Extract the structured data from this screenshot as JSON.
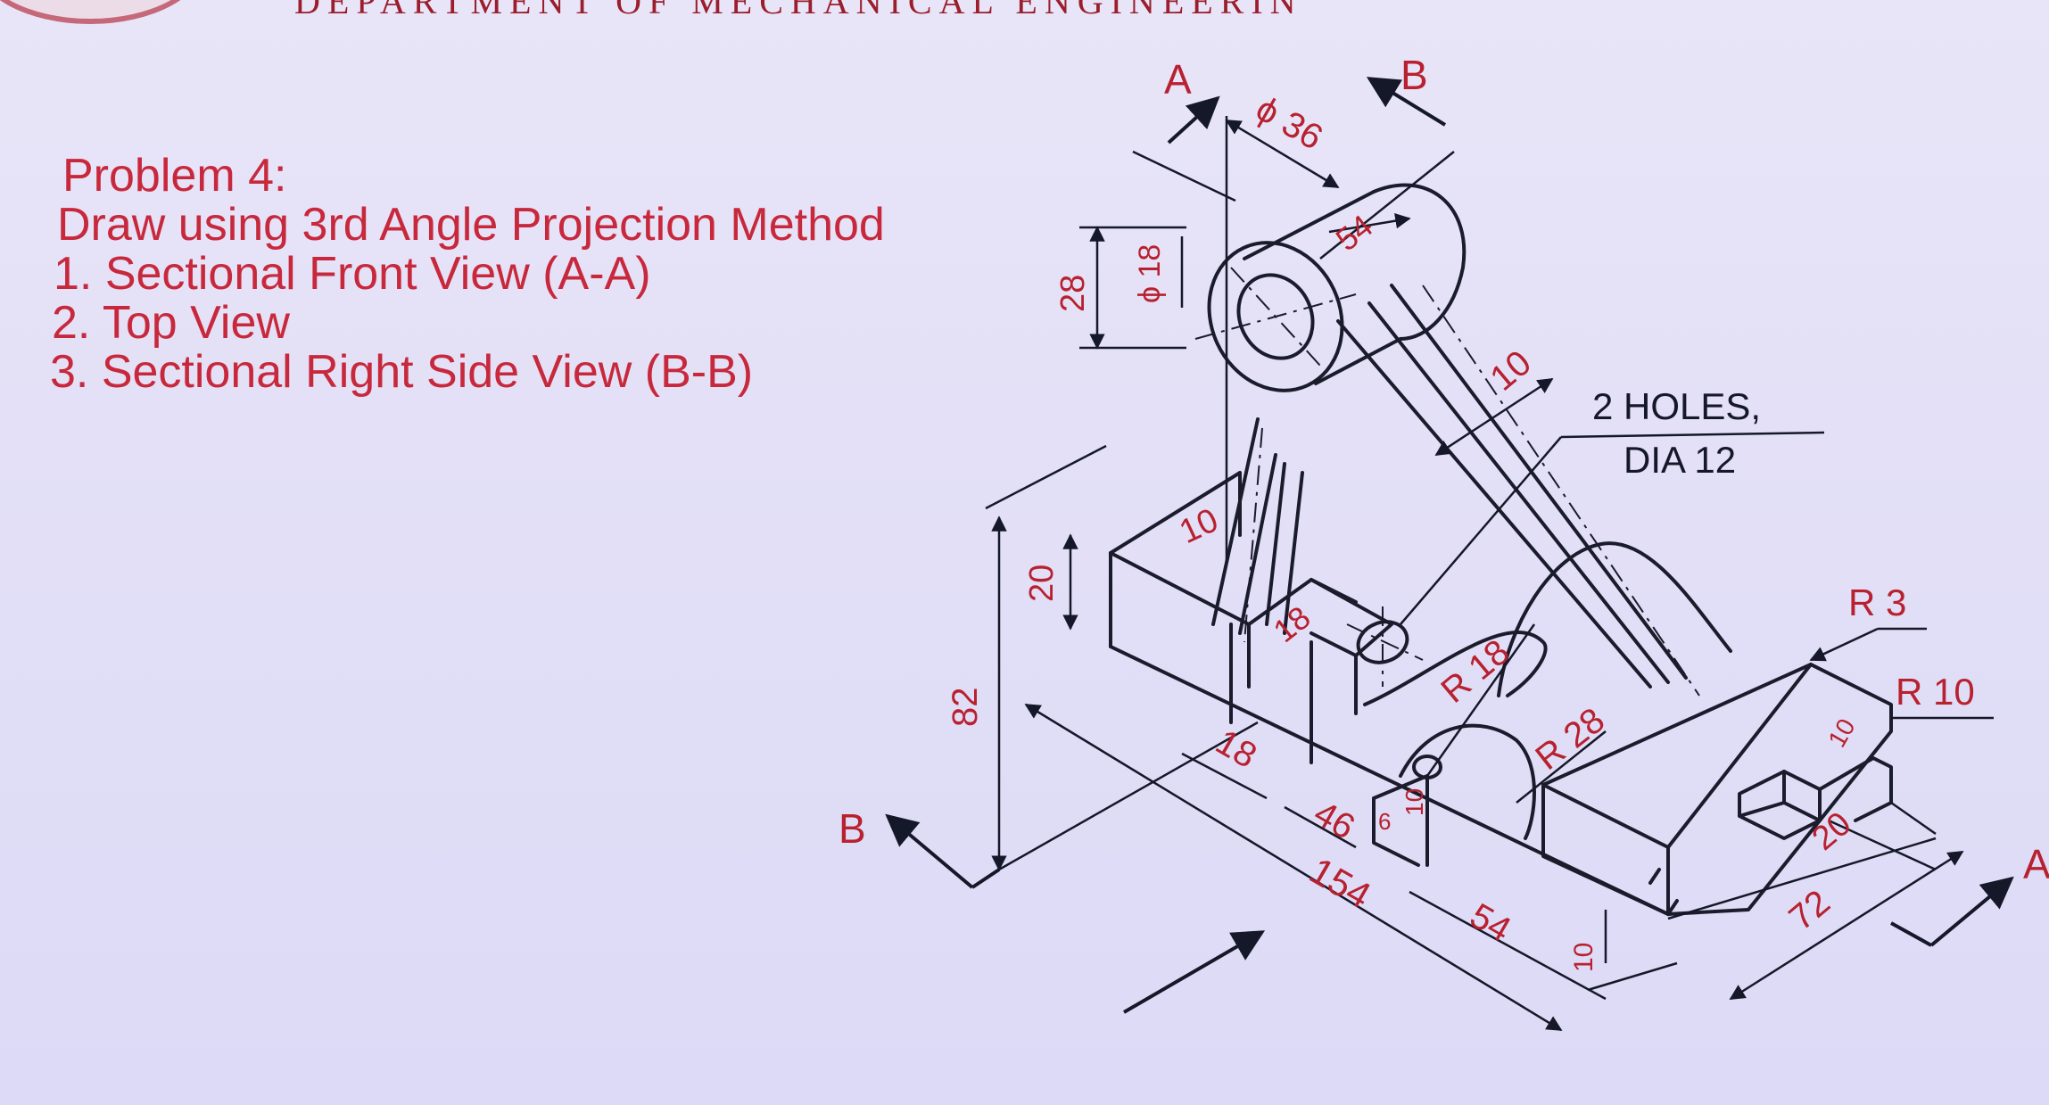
{
  "header": {
    "department_title": "DEPARTMENT OF MECHANICAL ENGINEERIN"
  },
  "problem": {
    "heading": "Problem 4:",
    "instruction": "Draw using 3rd Angle Projection Method",
    "items": [
      "1. Sectional Front View (A-A)",
      "2. Top View",
      "3. Sectional Right Side View (B-B)"
    ]
  },
  "drawing": {
    "section_labels": {
      "a_top": "A",
      "b_top": "B",
      "b_left": "B",
      "a_right": "A"
    },
    "dimensions": {
      "dia_36": "ϕ 36",
      "d54_top": "54",
      "dia_18": "ϕ 18",
      "d28": "28",
      "d10_rib": "10",
      "d10_web": "10",
      "d20": "20",
      "d82": "82",
      "d18_slot": "18",
      "r18": "R 18",
      "r28": "R 28",
      "d18_base": "18",
      "d46": "46",
      "d6": "6",
      "d10_small": "10",
      "d154": "154",
      "d54_base": "54",
      "d10_foot": "10",
      "d72": "72",
      "d20_right": "20",
      "d10_right": "10",
      "r3": "R 3",
      "r10": "R 10"
    },
    "note": {
      "line1": "2 HOLES,",
      "line2": "DIA 12"
    }
  }
}
